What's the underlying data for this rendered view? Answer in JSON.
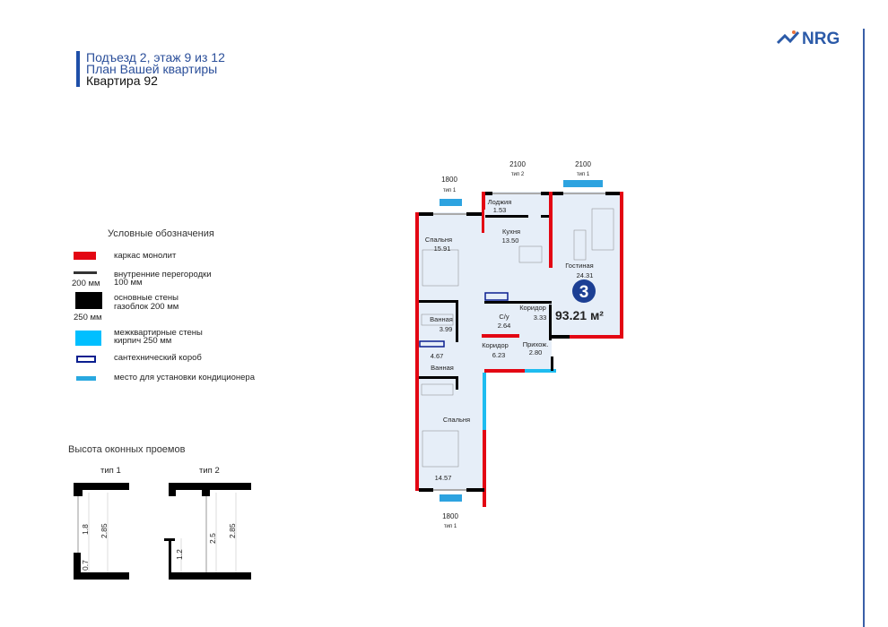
{
  "header": {
    "line1": "Подъезд 2, этаж 9 из 12",
    "line2": "План Вашей квартиры",
    "line3": "Квартира 92",
    "accent": "#1e4fa8"
  },
  "logo": {
    "text": "NRG",
    "color": "#2b5aa8",
    "star_color": "#e8733a"
  },
  "legend": {
    "title": "Условные обозначения",
    "items": [
      {
        "label": "каркас монолит",
        "color": "#e30613"
      },
      {
        "label1": "внутренние перегородки",
        "label2": "100 мм",
        "dim": "200 мм",
        "color": "#333333"
      },
      {
        "label1": "основные стены",
        "label2": "газоблок 200 мм",
        "dim": "250 мм",
        "color": "#000000"
      },
      {
        "label1": "межквартирные стены",
        "label2": "кирпич 250 мм",
        "color": "#00bfff"
      },
      {
        "label": "сантехнический короб",
        "color": "#0a1f8f"
      },
      {
        "label": "место для установки кондиционера",
        "color": "#29a8e0"
      }
    ]
  },
  "window_heights": {
    "title": "Высота оконных проемов",
    "type1": {
      "label": "тип 1",
      "sill": "0.7",
      "window": "1.8",
      "total": "2.85"
    },
    "type2": {
      "label": "тип 2",
      "sill": "1.2",
      "window": "2.5",
      "total": "2.85"
    }
  },
  "plan": {
    "rooms": [
      {
        "name": "Спальня",
        "area": "15.91"
      },
      {
        "name": "Лоджия",
        "area": "1.53"
      },
      {
        "name": "Кухня",
        "area": "13.50"
      },
      {
        "name": "Гостиная",
        "area": "24.31"
      },
      {
        "name": "Коридор",
        "area": "3.33"
      },
      {
        "name": "С/у",
        "area": "2.64"
      },
      {
        "name": "Ванная",
        "area": "3.99"
      },
      {
        "name": "Коридор",
        "area": "6.23"
      },
      {
        "name": "Прихож.",
        "area": "2.80"
      },
      {
        "name": "Ванная",
        "area": "4.67"
      },
      {
        "name": "Спальня",
        "area": "14.57"
      }
    ],
    "rooms_count": "3",
    "total_area": "93.21 м²",
    "windows": [
      {
        "width": "1800",
        "type": "тип 1"
      },
      {
        "width": "2100",
        "type": "тип 2"
      },
      {
        "width": "2100",
        "type": "тип 1"
      },
      {
        "width": "1800",
        "type": "тип 1"
      }
    ],
    "floor_color": "#e6eef8",
    "badge_color": "#1c3f94"
  }
}
